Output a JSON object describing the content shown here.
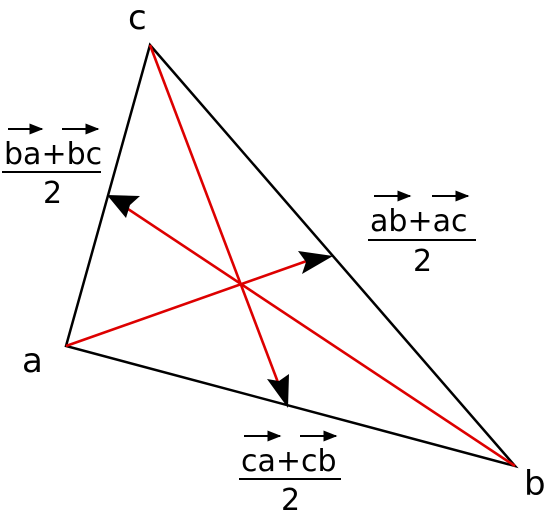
{
  "colors": {
    "triangle": "#000000",
    "median": "#dd0000",
    "arrowhead": "#000000",
    "text": "#000000"
  },
  "vertices": {
    "a": {
      "label": "a"
    },
    "b": {
      "label": "b"
    },
    "c": {
      "label": "c"
    }
  },
  "formulas": {
    "bc_side": {
      "left_vec": "ba",
      "operator": "+",
      "right_vec": "bc",
      "denominator": "2"
    },
    "ac_side": {
      "left_vec": "ab",
      "operator": "+",
      "right_vec": "ac",
      "denominator": "2"
    },
    "ab_side": {
      "left_vec": "ca",
      "operator": "+",
      "right_vec": "cb",
      "denominator": "2"
    }
  }
}
